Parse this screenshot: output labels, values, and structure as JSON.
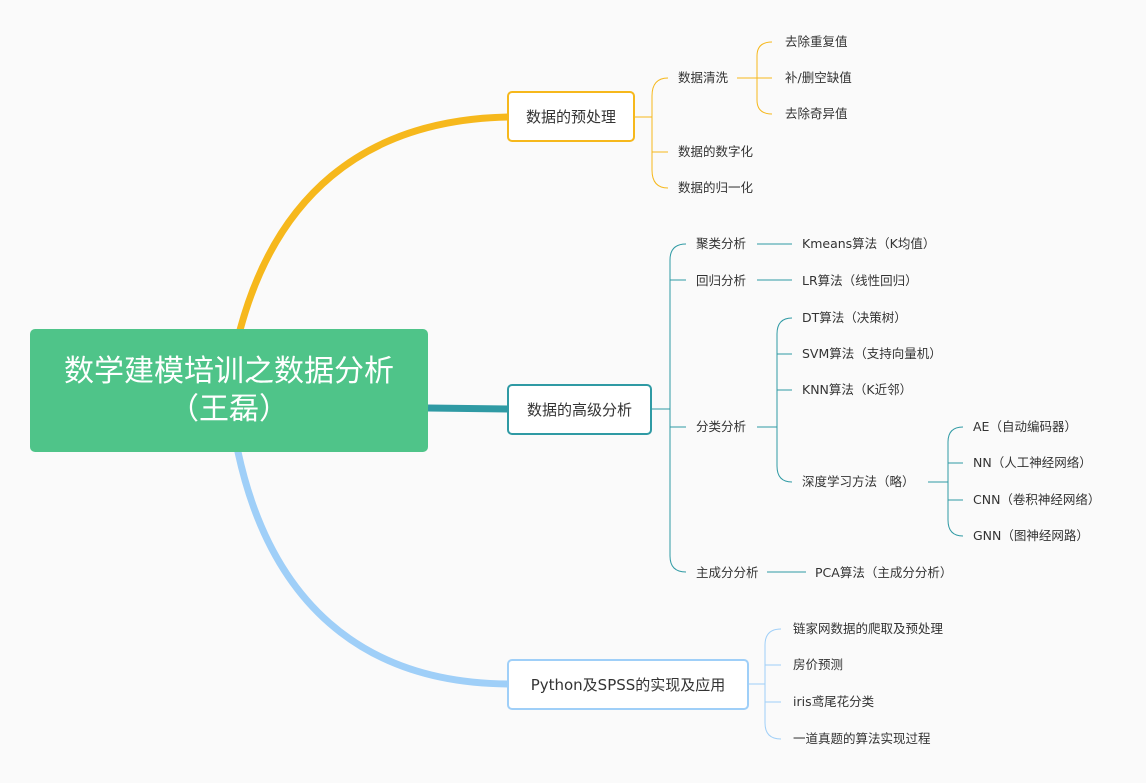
{
  "root": {
    "line1": "数学建模培训之数据分析",
    "line2": "（王磊）"
  },
  "branches": {
    "preprocess": {
      "title": "数据的预处理",
      "color": "#f6b81c",
      "clean": {
        "label": "数据清洗",
        "items": [
          "去除重复值",
          "补/删空缺值",
          "去除奇异值"
        ]
      },
      "digitize": "数据的数字化",
      "normalize": "数据的归一化"
    },
    "advanced": {
      "title": "数据的高级分析",
      "color": "#2f9aa4",
      "cluster": {
        "label": "聚类分析",
        "item": "Kmeans算法（K均值）"
      },
      "regression": {
        "label": "回归分析",
        "item": "LR算法（线性回归）"
      },
      "classify": {
        "label": "分类分析",
        "items": [
          "DT算法（决策树）",
          "SVM算法（支持向量机）",
          "KNN算法（K近邻）"
        ],
        "deep": {
          "label": "深度学习方法（略）",
          "items": [
            "AE（自动编码器）",
            "NN（人工神经网络）",
            "CNN（卷积神经网络）",
            "GNN（图神经网路）"
          ]
        }
      },
      "pca": {
        "label": "主成分分析",
        "item": "PCA算法（主成分分析）"
      }
    },
    "python": {
      "title": "Python及SPSS的实现及应用",
      "color": "#9fcff8",
      "items": [
        "链家网数据的爬取及预处理",
        "房价预测",
        "iris鸢尾花分类",
        "一道真题的算法实现过程"
      ]
    }
  }
}
